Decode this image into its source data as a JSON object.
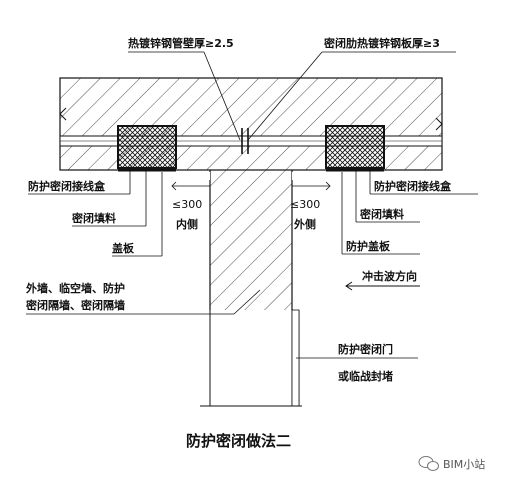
{
  "labels": {
    "pipe_wall": "热镀锌钢管壁厚≥2.5",
    "rib_plate": "密闭肋热镀锌钢板厚≥3",
    "junction_box_left": "防护密闭接线盒",
    "fill_left": "密闭填料",
    "cover_left": "盖板",
    "dim_left": "≤300",
    "side_left": "内侧",
    "dim_right": "≤300",
    "side_right": "外侧",
    "junction_box_right": "防护密闭接线盒",
    "fill_right": "密闭填料",
    "cover_right": "防护盖板",
    "wall_line1": "外墙、临空墙、防护",
    "wall_line2": "密闭隔墙、密闭隔墙",
    "shock_wave": "冲击波方向",
    "door_line1": "防护密闭门",
    "door_line2": "或临战封堵"
  },
  "title": "防护密闭做法二",
  "watermark": "BIM小站"
}
